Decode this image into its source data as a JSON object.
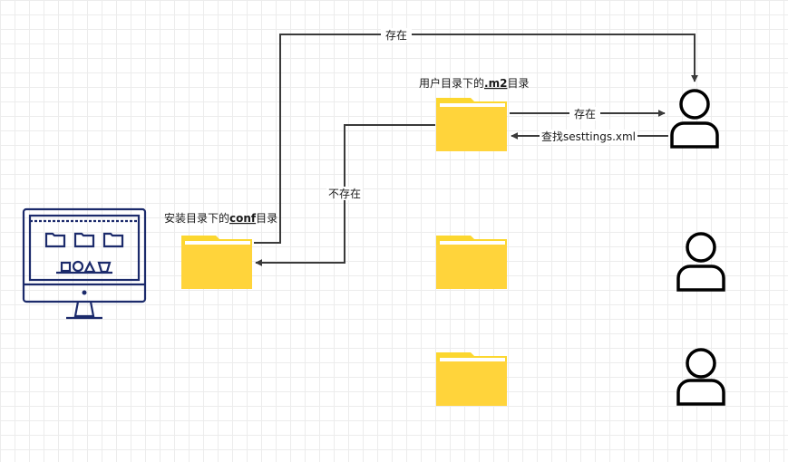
{
  "diagram": {
    "nodes": {
      "computer": {
        "icon": "desktop-computer-icon"
      },
      "conf_folder": {
        "label_prefix": "安装目录下的",
        "label_bold": "conf",
        "label_suffix": "目录",
        "icon": "folder-icon"
      },
      "m2_folder": {
        "label_prefix": "用户目录下的",
        "label_bold": ".m2",
        "label_suffix": "目录",
        "icon": "folder-icon"
      },
      "folder_2": {
        "icon": "folder-icon"
      },
      "folder_3": {
        "icon": "folder-icon"
      },
      "user_1": {
        "icon": "user-icon"
      },
      "user_2": {
        "icon": "user-icon"
      },
      "user_3": {
        "icon": "user-icon"
      }
    },
    "edges": {
      "conf_to_user": {
        "label": "存在"
      },
      "m2_to_user": {
        "label": "存在"
      },
      "user_to_m2": {
        "label": "查找sesttings.xml"
      },
      "m2_to_conf": {
        "label": "不存在"
      }
    },
    "colors": {
      "folder": "#ffd43b",
      "monitor": "#1b2a6b",
      "edge": "#3a3a3a",
      "person": "#000000"
    }
  }
}
